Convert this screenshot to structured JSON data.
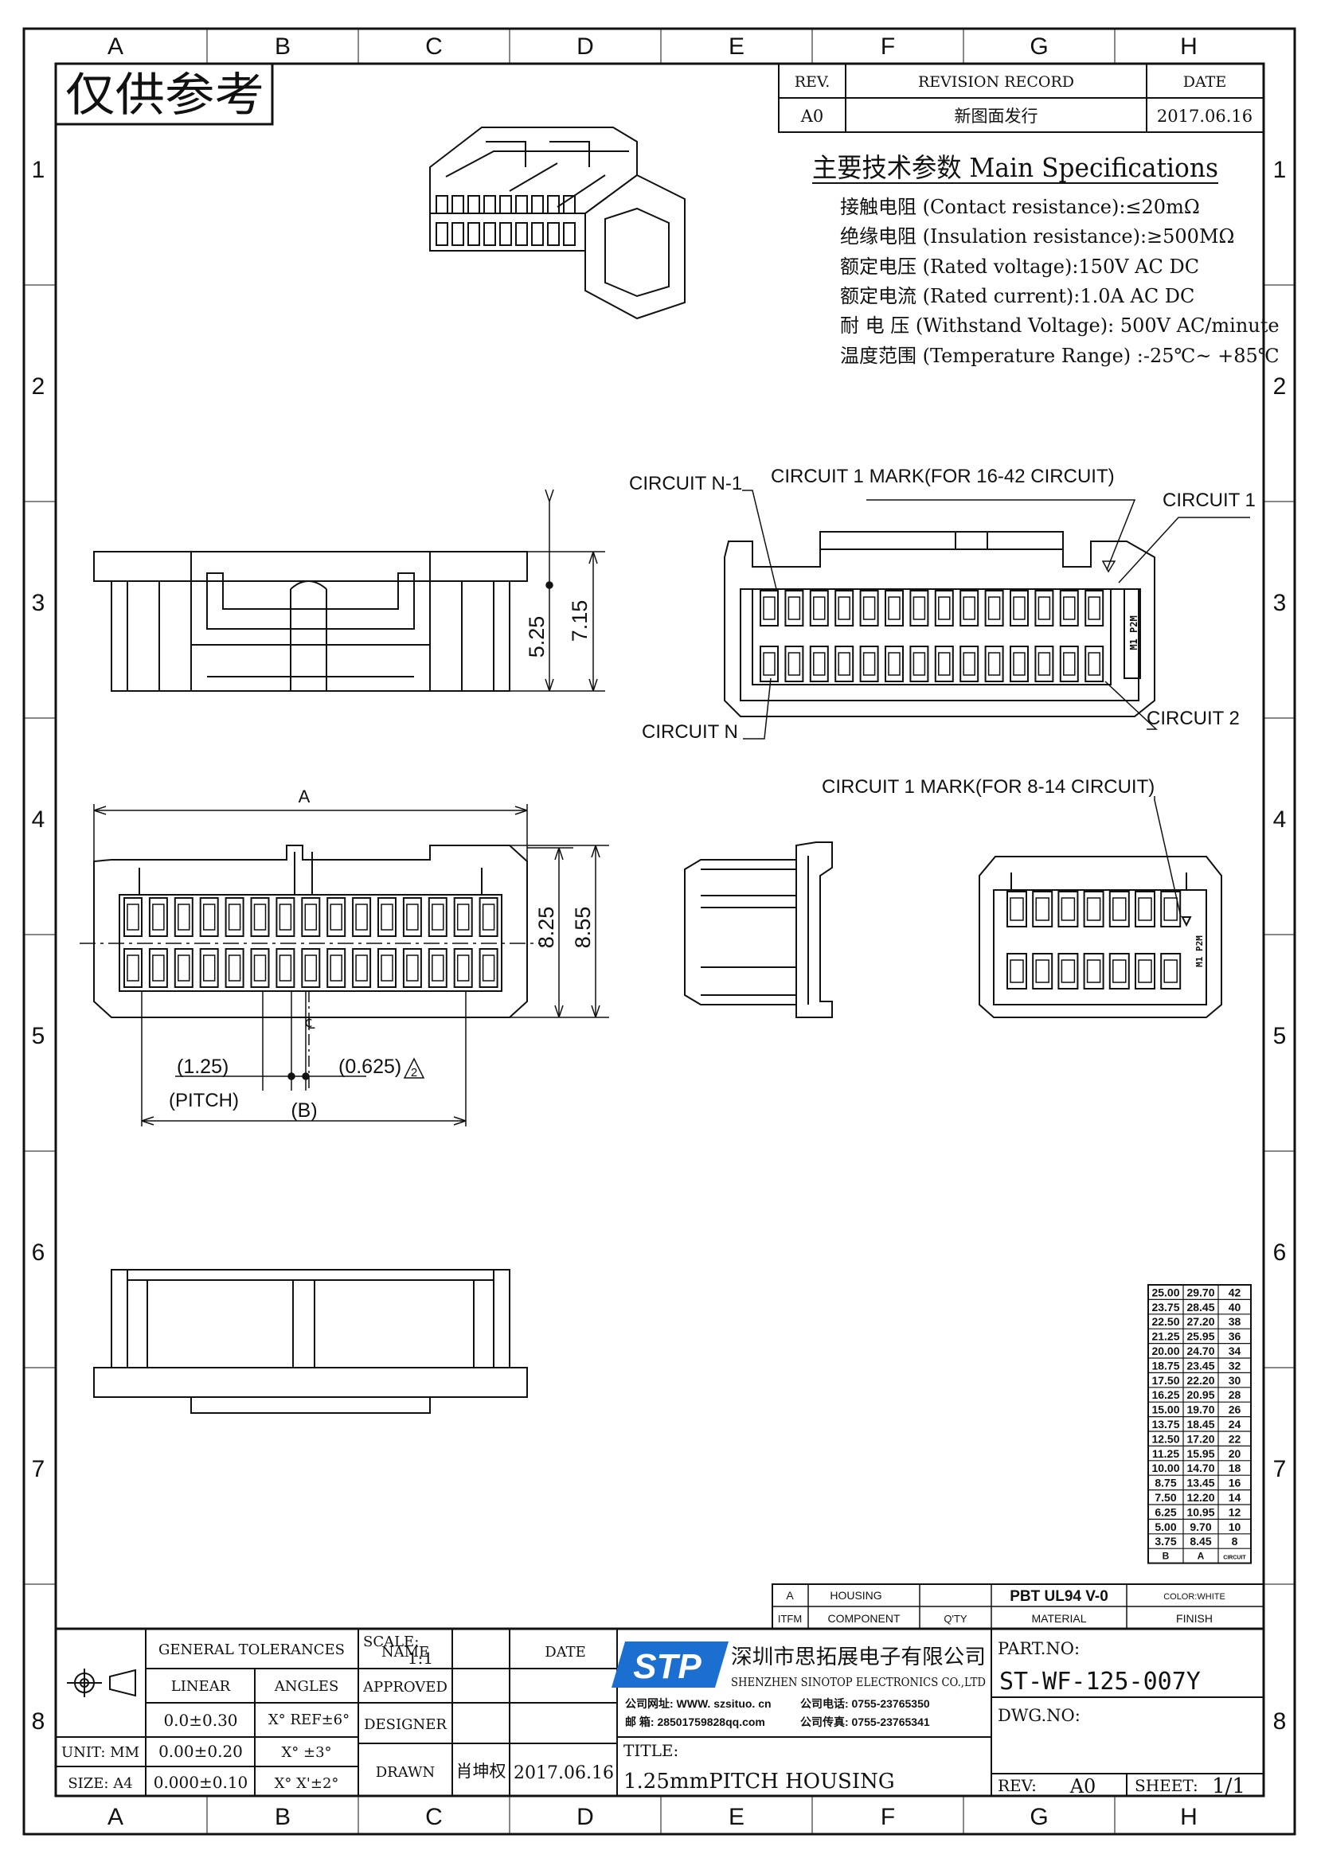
{
  "grid": {
    "columns": [
      "A",
      "B",
      "C",
      "D",
      "E",
      "F",
      "G",
      "H"
    ],
    "rows": [
      "1",
      "2",
      "3",
      "4",
      "5",
      "6",
      "7",
      "8"
    ]
  },
  "watermark": "仅供参考",
  "revision": {
    "rev_label": "REV.",
    "record_label": "REVISION RECORD",
    "date_label": "DATE",
    "rev": "A0",
    "record": "新图面发行",
    "date": "2017.06.16"
  },
  "specs": {
    "title": "主要技术参数 Main Specifications",
    "lines": [
      "接触电阻 (Contact resistance):≤20mΩ",
      "绝缘电阻 (Insulation resistance):≥500MΩ",
      "额定电压 (Rated voltage):150V AC DC",
      "额定电流 (Rated current):1.0A AC DC",
      "耐 电 压 (Withstand Voltage): 500V AC/minute",
      "温度范围 (Temperature Range) :-25℃~ +85℃"
    ]
  },
  "callouts": {
    "circuit_n1": "CIRCUIT N-1",
    "mark_16_42": "CIRCUIT 1 MARK(FOR 16-42 CIRCUIT)",
    "circuit_1": "CIRCUIT 1",
    "circuit_n": "CIRCUIT N",
    "circuit_2": "CIRCUIT 2",
    "mark_8_14": "CIRCUIT 1 MARK(FOR 8-14 CIRCUIT)",
    "side_mark": "M1 P2M"
  },
  "dimensions": {
    "h_525": "5.25",
    "h_715": "7.15",
    "a_label": "A",
    "h_825": "8.25",
    "h_855": "8.55",
    "pitch_value": "(1.25)",
    "pitch_label": "(PITCH)",
    "half_pitch": "(0.625)",
    "note_num": "2",
    "b_label": "(B)",
    "centerline": "℄"
  },
  "dim_table": {
    "headers": [
      "B",
      "A",
      "CIRCUIT"
    ],
    "rows": [
      [
        "25.00",
        "29.70",
        "42"
      ],
      [
        "23.75",
        "28.45",
        "40"
      ],
      [
        "22.50",
        "27.20",
        "38"
      ],
      [
        "21.25",
        "25.95",
        "36"
      ],
      [
        "20.00",
        "24.70",
        "34"
      ],
      [
        "18.75",
        "23.45",
        "32"
      ],
      [
        "17.50",
        "22.20",
        "30"
      ],
      [
        "16.25",
        "20.95",
        "28"
      ],
      [
        "15.00",
        "19.70",
        "26"
      ],
      [
        "13.75",
        "18.45",
        "24"
      ],
      [
        "12.50",
        "17.20",
        "22"
      ],
      [
        "11.25",
        "15.95",
        "20"
      ],
      [
        "10.00",
        "14.70",
        "18"
      ],
      [
        "8.75",
        "13.45",
        "16"
      ],
      [
        "7.50",
        "12.20",
        "14"
      ],
      [
        "6.25",
        "10.95",
        "12"
      ],
      [
        "5.00",
        "9.70",
        "10"
      ],
      [
        "3.75",
        "8.45",
        "8"
      ]
    ]
  },
  "bom": {
    "item": "A",
    "component": "HOUSING",
    "qty": "",
    "material": "PBT UL94 V-0",
    "finish": "COLOR:WHITE",
    "h_item": "ITFM",
    "h_component": "COMPONENT",
    "h_qty": "Q'TY",
    "h_material": "MATERIAL",
    "h_finish": "FINISH"
  },
  "title_block": {
    "general_tolerances": "GENERAL TOLERANCES",
    "linear": "LINEAR",
    "angles": "ANGLES",
    "tol_rows": [
      {
        "linear": "0.0±0.30",
        "angle": "X° REF±6°"
      },
      {
        "linear": "0.00±0.20",
        "angle": "X° ±3°"
      },
      {
        "linear": "0.000±0.10",
        "angle": "X° X'±2°"
      }
    ],
    "unit": "UNIT: MM",
    "size": "SIZE: A4",
    "scale_label": "SCALE:",
    "scale": "1:1",
    "name": "NAME",
    "date": "DATE",
    "approved": "APPROVED",
    "designer": "DESIGNER",
    "drawn": "DRAWN",
    "drawn_name": "肖坤权",
    "drawn_date": "2017.06.16",
    "company_logo": "STP",
    "company_cn": "深圳市思拓展电子有限公司",
    "company_en": "SHENZHEN SINOTOP ELECTRONICS CO.,LTD",
    "website": "公司网址: WWW. szsituo. cn",
    "phone": "公司电话: 0755-23765350",
    "email": "邮 箱: 28501759828qq.com",
    "fax": "公司传真: 0755-23765341",
    "title_label": "TITLE:",
    "title": "1.25mmPITCH HOUSING",
    "part_no_label": "PART.NO:",
    "part_no": "ST-WF-125-007Y",
    "dwg_no_label": "DWG.NO:",
    "rev_label": "REV:",
    "rev": "A0",
    "sheet_label": "SHEET:",
    "sheet": "1/1"
  }
}
